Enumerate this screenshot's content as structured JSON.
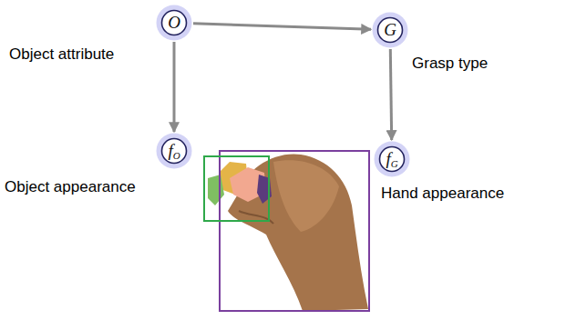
{
  "diagram": {
    "nodes": [
      {
        "text": [
          "O",
          "Object attribute"
        ]
      },
      {
        "text": [
          "G",
          "Grasp type"
        ]
      },
      {
        "text": [
          "f",
          "O",
          "Object appearance"
        ]
      },
      {
        "text": [
          "f",
          "G",
          "Hand appearance"
        ]
      }
    ],
    "edges": [
      {
        "from": 0,
        "to": 1,
        "arrow": "to"
      },
      {
        "from": 0,
        "to": 2,
        "arrow": "to"
      },
      {
        "from": 1,
        "to": 3,
        "arrow": "to"
      }
    ]
  }
}
